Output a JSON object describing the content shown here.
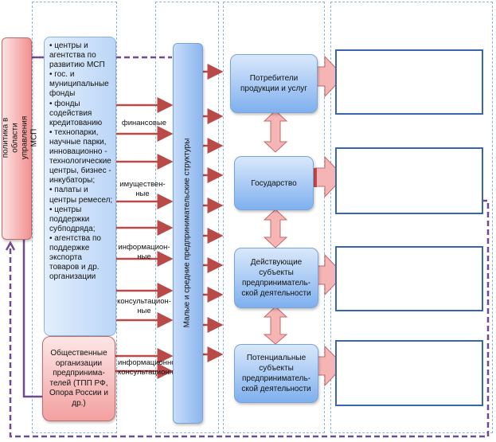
{
  "policy_label": "Государственная политика в области управления МСП",
  "support_list": [
    "• центры и агентства по развитию МСП",
    "• гос. и муниципальные фонды",
    "• фонды содействия кредитованию",
    "• технопарки, научные парки, инновационно - технологические центры, бизнес - инкубаторы;",
    "• палаты и центры ремесел;",
    "• центры поддержки субподряда;",
    "• агентства по поддержке экспорта товаров и др. организации"
  ],
  "public_orgs": "Общественные организации предпринима-телей (ТПП РФ, Опора России и др.)",
  "vertical_label": "Малые и средние предпринимательские структуры",
  "flow_labels": {
    "financial": "финансовые",
    "property": "имуществен-ные",
    "information": "информацион-ные",
    "consulting": "консультацион-ные",
    "info_consult": "информационно-консультационные"
  },
  "entities": [
    "Потребители продукции и услуг",
    "Государство",
    "Действующие субъекты предприниматель-ской деятельности",
    "Потенциальные субъекты предприниматель-ской деятельности"
  ],
  "colors": {
    "blue": "#3a66b0",
    "red_arrow": "#b94a48",
    "purple": "#6f4b8f",
    "dash": "#8fb4da"
  }
}
